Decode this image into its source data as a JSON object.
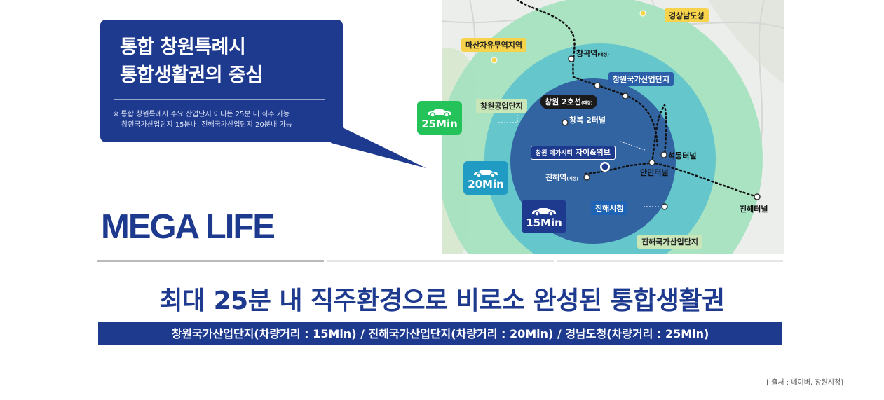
{
  "callout": {
    "title_line1": "통합 창원특례시",
    "title_line2": "통합생활권의 중심",
    "note_line1": "※ 통합 창원특례시 주요 산업단지 어디든 25분 내 직주 가능",
    "note_line2": "창원국가산업단지 15분내, 진해국가산업단지 20분내 가능"
  },
  "brand": "MEGA LIFE",
  "headline": "최대 25분 내 직주환경으로 비로소 완성된 통합생활권",
  "subline": "창원국가산업단지(차량거리 : 15Min) / 진해국가산업단지(차량거리 : 20Min) / 경남도청(차량거리 : 25Min)",
  "source": "[ 출처 : 네이버, 창원시청]",
  "badges": {
    "b25": "25Min",
    "b20": "20Min",
    "b15": "15Min"
  },
  "map": {
    "gyeongnam_office": "경상남도청",
    "masan_free_zone": "마산자유무역지역",
    "changgok_station": "창곡역",
    "changgok_note": "(예정)",
    "changwon_national_complex": "창원국가산업단지",
    "changwon_industrial_complex": "창원공업단지",
    "changwon_line2": "창원 2호선",
    "changwon_line2_note": "(예정)",
    "changbok_tunnel2": "창복 2터널",
    "mega_city_prefix": "창원 메가시티",
    "mega_city_name": "자이&위브",
    "seokdong_tunnel": "석동터널",
    "jinhae_station": "진해역",
    "jinhae_station_note": "(예정)",
    "anmin_tunnel": "안민터널",
    "jinhae_city_hall": "진해시청",
    "jinhae_tunnel": "진해터널",
    "jinhae_national_complex": "진해국가산업단지"
  },
  "colors": {
    "navy": "#1e3a8f",
    "green_badge": "#23c35a",
    "teal_badge": "#1f9bc4",
    "navy_badge": "#1e3a8f",
    "ring_outer": "#a6e2c0",
    "ring_middle": "#61c4cc",
    "ring_inner": "#2f5f9e"
  }
}
